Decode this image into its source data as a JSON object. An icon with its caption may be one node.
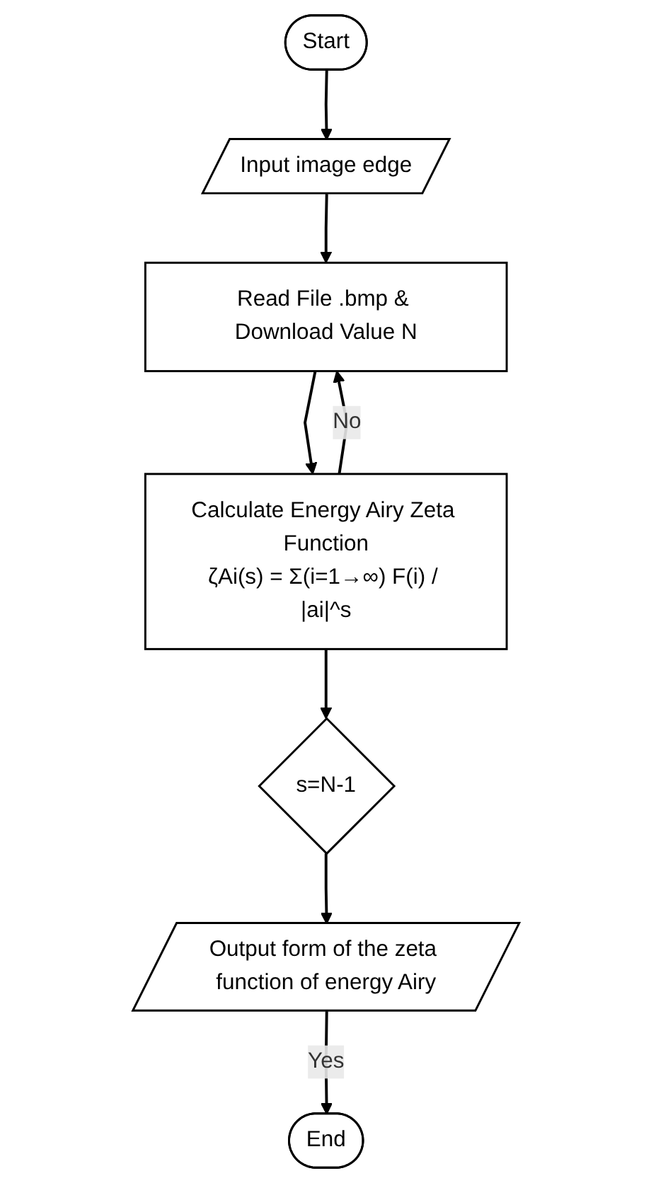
{
  "diagram": {
    "nodes": [
      {
        "text": [
          "Start"
        ]
      },
      {
        "text": [
          "Input image edge"
        ]
      },
      {
        "text": [
          "Read File .bmp & Download Value N"
        ]
      },
      {
        "text": [
          "Calculate Energy Airy Zeta Function",
          "ζAi(s) = Σ(i=1→∞) F(i) / |ai|^s"
        ]
      },
      {
        "text": [
          "s=N-1"
        ]
      },
      {
        "text": [
          "Output form of the zeta function of energy Airy"
        ]
      },
      {
        "text": [
          "End"
        ]
      }
    ],
    "edges": [
      {
        "from": 0,
        "to": 1,
        "arrow": "to"
      },
      {
        "from": 1,
        "to": 2,
        "arrow": "to"
      },
      {
        "from": 2,
        "to": 3,
        "arrow": "to"
      },
      {
        "from": 3,
        "to": 2,
        "arrow": "to",
        "label": "No"
      },
      {
        "from": 3,
        "to": 4,
        "arrow": "to"
      },
      {
        "from": 4,
        "to": 5,
        "arrow": "to"
      },
      {
        "from": 5,
        "to": 6,
        "arrow": "to",
        "label": "Yes"
      }
    ]
  }
}
